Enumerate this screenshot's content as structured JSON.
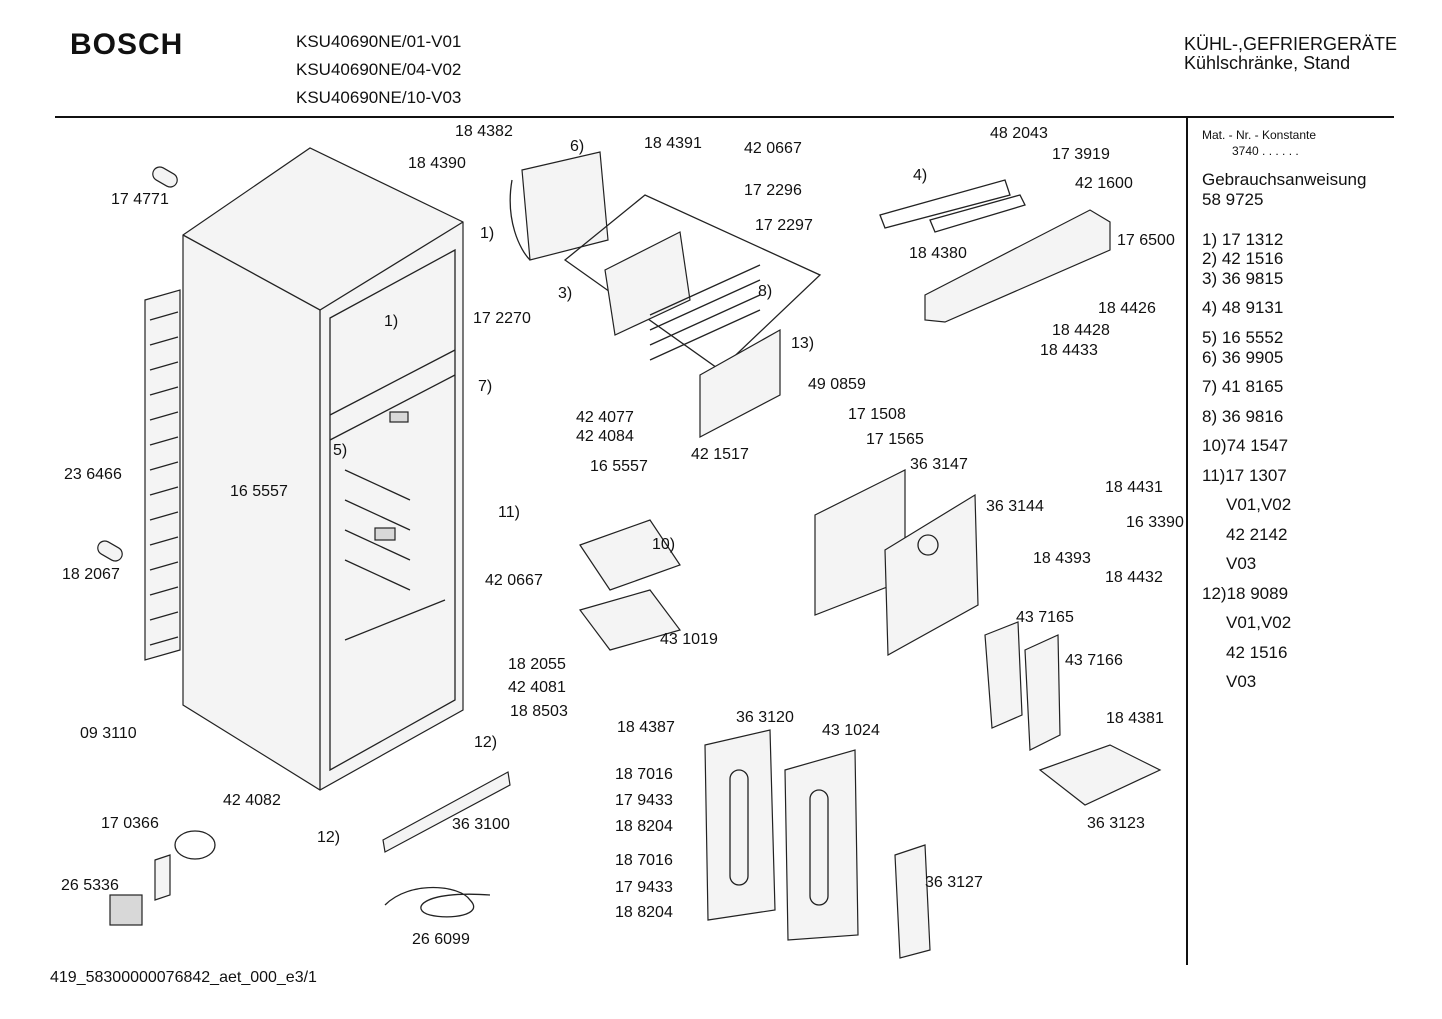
{
  "header": {
    "brand": "BOSCH",
    "models": [
      "KSU40690NE/01-V01",
      "KSU40690NE/04-V02",
      "KSU40690NE/10-V03"
    ],
    "category": "KÜHL-,GEFRIERGERÄTE",
    "subcategory": "Kühlschränke, Stand"
  },
  "side_panel": {
    "mat_label": "Mat. - Nr. - Konstante",
    "mat_value": "3740 . . . . . .",
    "manual_label": "Gebrauchsanweisung",
    "manual_number": "58 9725",
    "entries": [
      "1) 17 1312",
      "2) 42 1516",
      "3) 36 9815",
      "4) 48 9131",
      "5) 16 5552",
      "6) 36 9905",
      "7) 41 8165",
      "8) 36 9816",
      "10)74 1547",
      "11)17 1307",
      "V01,V02",
      "42 2142",
      "V03",
      "12)18 9089",
      "V01,V02",
      "42 1516",
      "V03"
    ]
  },
  "parts": [
    "18 4382",
    "6)",
    "18 4390",
    "18 4391",
    "42 0667",
    "17 2296",
    "17 2297",
    "17 4771",
    "1)",
    "17 2270",
    "3)",
    "8)",
    "48 2043",
    "4)",
    "17 3919",
    "42 1600",
    "18 4380",
    "17 6500",
    "18 4426",
    "18 4428",
    "18 4433",
    "1)",
    "13)",
    "7)",
    "42 4077",
    "42 4084",
    "16 5557",
    "49 0859",
    "17 1508",
    "42 1517",
    "17 1565",
    "36 3147",
    "23 6466",
    "5)",
    "16 5557",
    "11)",
    "10)",
    "36 3144",
    "18 4431",
    "16 3390",
    "18 2067",
    "42 0667",
    "18 4393",
    "18 4432",
    "43 1019",
    "43 7165",
    "43 7166",
    "18 2055",
    "42 4081",
    "18 8503",
    "09 3110",
    "12)",
    "18 4387",
    "36 3120",
    "43 1024",
    "18 4381",
    "18 7016",
    "42 4082",
    "17 9433",
    "36 3123",
    "17 0366",
    "36 3100",
    "18 8204",
    "12)",
    "18 7016",
    "26 5336",
    "17 9433",
    "36 3127",
    "18 8204",
    "26 6099"
  ],
  "footer": {
    "code": "419_58300000076842_aet_000_e3/1"
  }
}
